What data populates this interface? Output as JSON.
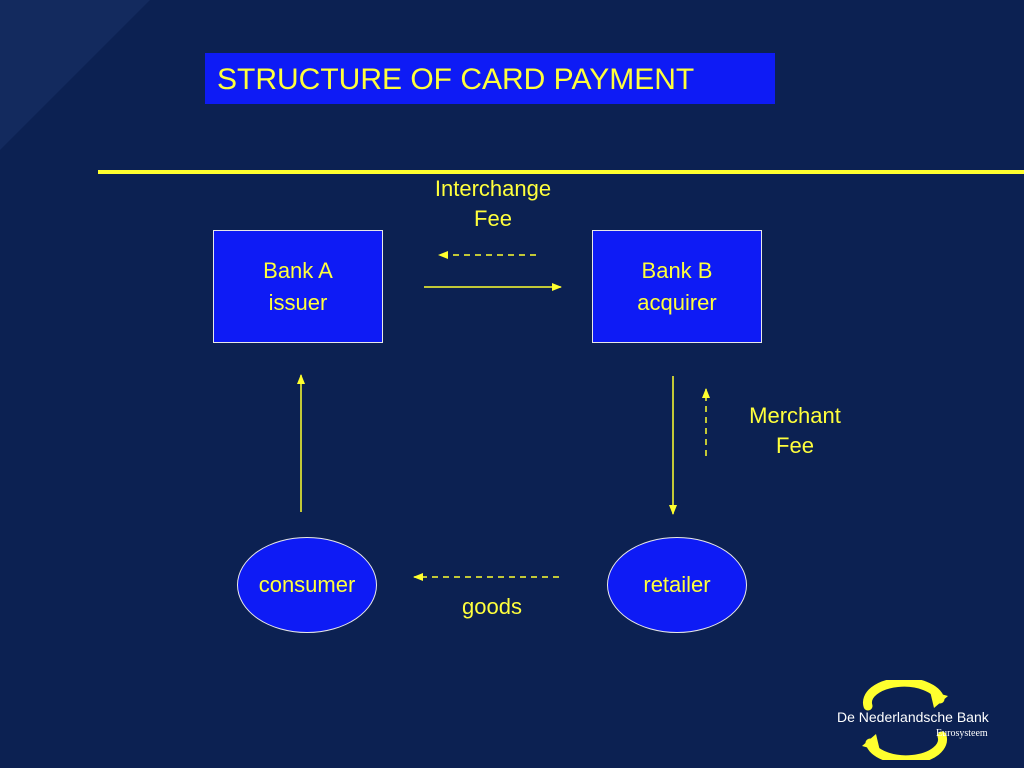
{
  "title": "STRUCTURE OF CARD PAYMENT",
  "nodes": {
    "bank_a": {
      "line1": "Bank A",
      "line2": "issuer"
    },
    "bank_b": {
      "line1": "Bank B",
      "line2": "acquirer"
    },
    "consumer": "consumer",
    "retailer": "retailer"
  },
  "labels": {
    "interchange_fee": "Interchange\nFee",
    "merchant_fee": "Merchant\nFee",
    "goods": "goods"
  },
  "edges": [
    {
      "from": "bank_b",
      "to": "bank_a",
      "style": "dashed",
      "meaning": "interchange fee"
    },
    {
      "from": "bank_a",
      "to": "bank_b",
      "style": "solid"
    },
    {
      "from": "bank_b",
      "to": "retailer",
      "style": "solid"
    },
    {
      "from": "retailer",
      "to": "bank_b",
      "style": "dashed",
      "meaning": "merchant fee"
    },
    {
      "from": "retailer",
      "to": "consumer",
      "style": "dashed",
      "meaning": "goods"
    },
    {
      "from": "consumer",
      "to": "bank_a",
      "style": "solid"
    }
  ],
  "logo": {
    "name": "De Nederlandsche Bank",
    "subtitle": "Eurosysteem"
  },
  "colors": {
    "background": "#0c2152",
    "box_fill": "#0e1bf5",
    "text": "#ffff3c",
    "rule": "#ffff2e",
    "box_border": "#e8e8e8",
    "logo_text": "#ffffff"
  }
}
